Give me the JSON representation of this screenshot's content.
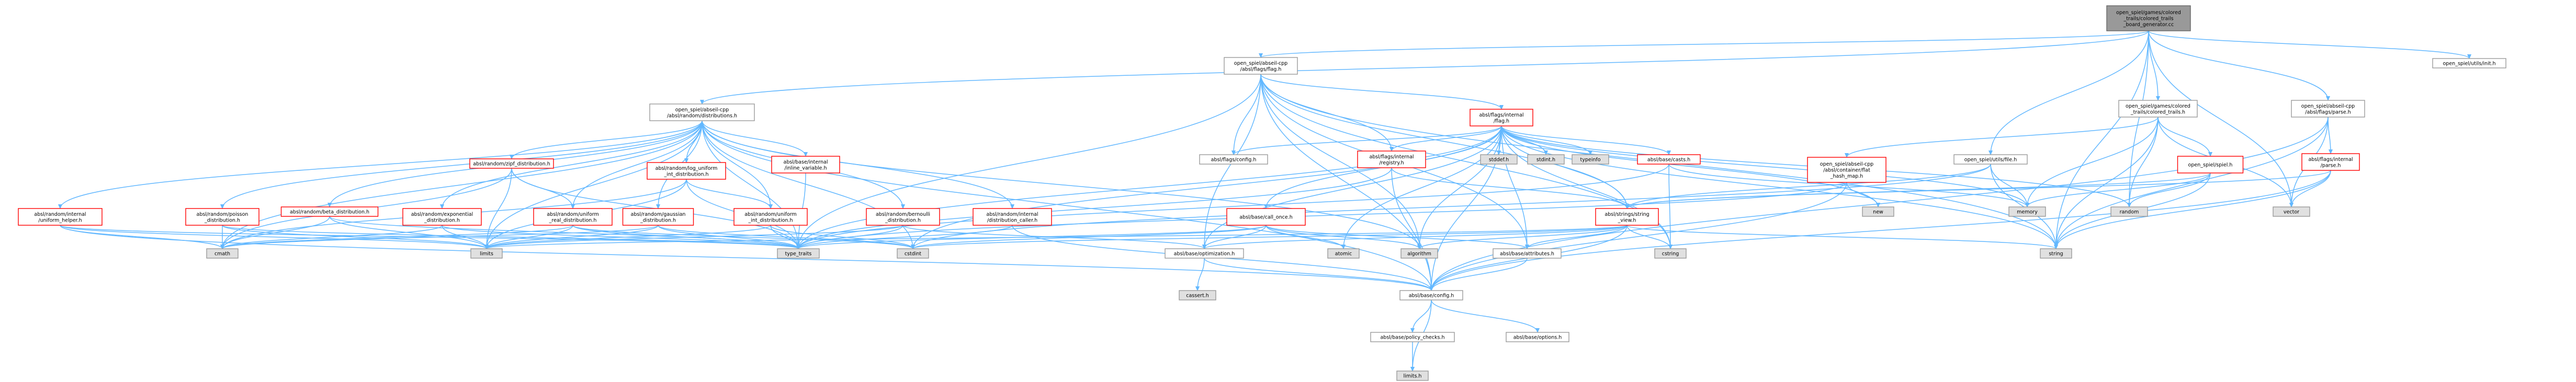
{
  "nodes": [
    {
      "id": "root",
      "lines": [
        "open_spiel/games/colored",
        "_trails/colored_trails",
        "_board_generator.cc"
      ],
      "style": "root"
    },
    {
      "id": "init",
      "lines": [
        "open_spiel/utils/init.h"
      ],
      "style": "ok"
    },
    {
      "id": "flag",
      "lines": [
        "open_spiel/abseil-cpp",
        "/absl/flags/flag.h"
      ],
      "style": "ok"
    },
    {
      "id": "coloredtrails",
      "lines": [
        "open_spiel/games/colored",
        "_trails/colored_trails.h"
      ],
      "style": "ok"
    },
    {
      "id": "parse",
      "lines": [
        "open_spiel/abseil-cpp",
        "/absl/flags/parse.h"
      ],
      "style": "ok"
    },
    {
      "id": "distributions",
      "lines": [
        "open_spiel/abseil-cpp",
        "/absl/random/distributions.h"
      ],
      "style": "ok"
    },
    {
      "id": "internalflag",
      "lines": [
        "absl/flags/internal",
        "/flag.h"
      ],
      "style": "red"
    },
    {
      "id": "file",
      "lines": [
        "open_spiel/utils/file.h"
      ],
      "style": "ok"
    },
    {
      "id": "spiel",
      "lines": [
        "open_spiel/spiel.h"
      ],
      "style": "red"
    },
    {
      "id": "internalparse",
      "lines": [
        "absl/flags/internal",
        "/parse.h"
      ],
      "style": "red"
    },
    {
      "id": "flatmap",
      "lines": [
        "open_spiel/abseil-cpp",
        "/absl/container/flat",
        "_hash_map.h"
      ],
      "style": "red"
    },
    {
      "id": "flagsconfig",
      "lines": [
        "absl/flags/config.h"
      ],
      "style": "ok"
    },
    {
      "id": "registry",
      "lines": [
        "absl/flags/internal",
        "/registry.h"
      ],
      "style": "red"
    },
    {
      "id": "stddef",
      "lines": [
        "stddef.h"
      ],
      "style": "grey"
    },
    {
      "id": "stdint",
      "lines": [
        "stdint.h"
      ],
      "style": "grey"
    },
    {
      "id": "typeinfo",
      "lines": [
        "typeinfo"
      ],
      "style": "grey"
    },
    {
      "id": "casts",
      "lines": [
        "absl/base/casts.h"
      ],
      "style": "red"
    },
    {
      "id": "callonce",
      "lines": [
        "absl/base/call_once.h"
      ],
      "style": "red"
    },
    {
      "id": "stringview",
      "lines": [
        "absl/strings/string",
        "_view.h"
      ],
      "style": "red"
    },
    {
      "id": "new",
      "lines": [
        "new"
      ],
      "style": "grey"
    },
    {
      "id": "memory",
      "lines": [
        "memory"
      ],
      "style": "grey"
    },
    {
      "id": "random",
      "lines": [
        "random"
      ],
      "style": "grey"
    },
    {
      "id": "vector",
      "lines": [
        "vector"
      ],
      "style": "grey"
    },
    {
      "id": "zipf",
      "lines": [
        "absl/random/zipf_distribution.h"
      ],
      "style": "red"
    },
    {
      "id": "loguniform",
      "lines": [
        "absl/random/log_uniform",
        "_int_distribution.h"
      ],
      "style": "red"
    },
    {
      "id": "inlinevar",
      "lines": [
        "absl/base/internal",
        "/inline_variable.h"
      ],
      "style": "red"
    },
    {
      "id": "uniformhelper",
      "lines": [
        "absl/random/internal",
        "/uniform_helper.h"
      ],
      "style": "red"
    },
    {
      "id": "poisson",
      "lines": [
        "absl/random/poisson",
        "_distribution.h"
      ],
      "style": "red"
    },
    {
      "id": "beta",
      "lines": [
        "absl/random/beta_distribution.h"
      ],
      "style": "red"
    },
    {
      "id": "exponential",
      "lines": [
        "absl/random/exponential",
        "_distribution.h"
      ],
      "style": "red"
    },
    {
      "id": "uniformreal",
      "lines": [
        "absl/random/uniform",
        "_real_distribution.h"
      ],
      "style": "red"
    },
    {
      "id": "gaussian",
      "lines": [
        "absl/random/gaussian",
        "_distribution.h"
      ],
      "style": "red"
    },
    {
      "id": "uniformint",
      "lines": [
        "absl/random/uniform",
        "_int_distribution.h"
      ],
      "style": "red"
    },
    {
      "id": "bernoulli",
      "lines": [
        "absl/random/bernoulli",
        "_distribution.h"
      ],
      "style": "red"
    },
    {
      "id": "distcaller",
      "lines": [
        "absl/random/internal",
        "/distribution_caller.h"
      ],
      "style": "red"
    },
    {
      "id": "atomic",
      "lines": [
        "atomic"
      ],
      "style": "grey"
    },
    {
      "id": "algorithm",
      "lines": [
        "algorithm"
      ],
      "style": "grey"
    },
    {
      "id": "cstring",
      "lines": [
        "cstring"
      ],
      "style": "grey"
    },
    {
      "id": "string",
      "lines": [
        "string"
      ],
      "style": "grey"
    },
    {
      "id": "cmath",
      "lines": [
        "cmath"
      ],
      "style": "grey"
    },
    {
      "id": "limits",
      "lines": [
        "limits"
      ],
      "style": "grey"
    },
    {
      "id": "typetraits",
      "lines": [
        "type_traits"
      ],
      "style": "grey"
    },
    {
      "id": "cstdint",
      "lines": [
        "cstdint"
      ],
      "style": "grey"
    },
    {
      "id": "optimization",
      "lines": [
        "absl/base/optimization.h"
      ],
      "style": "ok"
    },
    {
      "id": "attributes",
      "lines": [
        "absl/base/attributes.h"
      ],
      "style": "ok"
    },
    {
      "id": "cassert",
      "lines": [
        "cassert.h"
      ],
      "style": "grey"
    },
    {
      "id": "baseconfig",
      "lines": [
        "absl/base/config.h"
      ],
      "style": "ok"
    },
    {
      "id": "policychecks",
      "lines": [
        "absl/base/policy_checks.h"
      ],
      "style": "ok"
    },
    {
      "id": "options",
      "lines": [
        "absl/base/options.h"
      ],
      "style": "ok"
    },
    {
      "id": "limitsh",
      "lines": [
        "limits.h"
      ],
      "style": "grey"
    }
  ],
  "edges": [
    [
      "root",
      "init"
    ],
    [
      "root",
      "flag"
    ],
    [
      "root",
      "coloredtrails"
    ],
    [
      "root",
      "parse"
    ],
    [
      "root",
      "distributions"
    ],
    [
      "root",
      "file"
    ],
    [
      "root",
      "string"
    ],
    [
      "root",
      "vector"
    ],
    [
      "root",
      "random"
    ],
    [
      "flag",
      "internalflag"
    ],
    [
      "flag",
      "flagsconfig"
    ],
    [
      "flag",
      "registry"
    ],
    [
      "flag",
      "stringview"
    ],
    [
      "flag",
      "optimization"
    ],
    [
      "flag",
      "baseconfig"
    ],
    [
      "flag",
      "attributes"
    ],
    [
      "flag",
      "string"
    ],
    [
      "flag",
      "typetraits"
    ],
    [
      "flag",
      "cstring"
    ],
    [
      "flag",
      "algorithm"
    ],
    [
      "coloredtrails",
      "flatmap"
    ],
    [
      "coloredtrails",
      "spiel"
    ],
    [
      "coloredtrails",
      "memory"
    ],
    [
      "coloredtrails",
      "string"
    ],
    [
      "coloredtrails",
      "vector"
    ],
    [
      "coloredtrails",
      "random"
    ],
    [
      "parse",
      "internalparse"
    ],
    [
      "parse",
      "vector"
    ],
    [
      "parse",
      "string"
    ],
    [
      "parse",
      "baseconfig"
    ],
    [
      "internalparse",
      "vector"
    ],
    [
      "internalparse",
      "string"
    ],
    [
      "internalparse",
      "baseconfig"
    ],
    [
      "internalparse",
      "stringview"
    ],
    [
      "file",
      "memory"
    ],
    [
      "file",
      "string"
    ],
    [
      "file",
      "stringview"
    ],
    [
      "file",
      "cstdint"
    ],
    [
      "spiel",
      "memory"
    ],
    [
      "spiel",
      "random"
    ],
    [
      "spiel",
      "string"
    ],
    [
      "spiel",
      "stringview"
    ],
    [
      "flatmap",
      "new"
    ],
    [
      "flatmap",
      "typetraits"
    ],
    [
      "flatmap",
      "baseconfig"
    ],
    [
      "internalflag",
      "stddef"
    ],
    [
      "internalflag",
      "stdint"
    ],
    [
      "internalflag",
      "typeinfo"
    ],
    [
      "internalflag",
      "casts"
    ],
    [
      "internalflag",
      "callonce"
    ],
    [
      "internalflag",
      "stringview"
    ],
    [
      "internalflag",
      "registry"
    ],
    [
      "internalflag",
      "flagsconfig"
    ],
    [
      "internalflag",
      "memory"
    ],
    [
      "internalflag",
      "new"
    ],
    [
      "internalflag",
      "string"
    ],
    [
      "internalflag",
      "atomic"
    ],
    [
      "internalflag",
      "cstring"
    ],
    [
      "internalflag",
      "typetraits"
    ],
    [
      "internalflag",
      "optimization"
    ],
    [
      "internalflag",
      "attributes"
    ],
    [
      "internalflag",
      "baseconfig"
    ],
    [
      "internalflag",
      "algorithm"
    ],
    [
      "internalflag",
      "cstdint"
    ],
    [
      "internalflag",
      "random"
    ],
    [
      "registry",
      "stringview"
    ],
    [
      "registry",
      "baseconfig"
    ],
    [
      "registry",
      "typetraits"
    ],
    [
      "casts",
      "cstring"
    ],
    [
      "casts",
      "memory"
    ],
    [
      "casts",
      "typetraits"
    ],
    [
      "callonce",
      "algorithm"
    ],
    [
      "callonce",
      "atomic"
    ],
    [
      "callonce",
      "optimization"
    ],
    [
      "callonce",
      "attributes"
    ],
    [
      "callonce",
      "cstdint"
    ],
    [
      "callonce",
      "typetraits"
    ],
    [
      "stringview",
      "algorithm"
    ],
    [
      "stringview",
      "cstring"
    ],
    [
      "stringview",
      "string"
    ],
    [
      "stringview",
      "baseconfig"
    ],
    [
      "stringview",
      "optimization"
    ],
    [
      "stringview",
      "attributes"
    ],
    [
      "stringview",
      "limits"
    ],
    [
      "stringview",
      "cstdint"
    ],
    [
      "distributions",
      "zipf"
    ],
    [
      "distributions",
      "loguniform"
    ],
    [
      "distributions",
      "inlinevar"
    ],
    [
      "distributions",
      "uniformhelper"
    ],
    [
      "distributions",
      "poisson"
    ],
    [
      "distributions",
      "beta"
    ],
    [
      "distributions",
      "exponential"
    ],
    [
      "distributions",
      "uniformreal"
    ],
    [
      "distributions",
      "gaussian"
    ],
    [
      "distributions",
      "uniformint"
    ],
    [
      "distributions",
      "bernoulli"
    ],
    [
      "distributions",
      "distcaller"
    ],
    [
      "distributions",
      "algorithm"
    ],
    [
      "distributions",
      "cmath"
    ],
    [
      "distributions",
      "limits"
    ],
    [
      "distributions",
      "typetraits"
    ],
    [
      "distributions",
      "cstdint"
    ],
    [
      "distributions",
      "baseconfig"
    ],
    [
      "zipf",
      "cmath"
    ],
    [
      "zipf",
      "typetraits"
    ],
    [
      "zipf",
      "limits"
    ],
    [
      "zipf",
      "uniformreal"
    ],
    [
      "loguniform",
      "uniformint"
    ],
    [
      "loguniform",
      "cmath"
    ],
    [
      "loguniform",
      "typetraits"
    ],
    [
      "loguniform",
      "limits"
    ],
    [
      "inlinevar",
      "typetraits"
    ],
    [
      "uniformhelper",
      "cmath"
    ],
    [
      "uniformhelper",
      "limits"
    ],
    [
      "uniformhelper",
      "typetraits"
    ],
    [
      "uniformhelper",
      "baseconfig"
    ],
    [
      "poisson",
      "cmath"
    ],
    [
      "poisson",
      "limits"
    ],
    [
      "poisson",
      "typetraits"
    ],
    [
      "beta",
      "cmath"
    ],
    [
      "beta",
      "limits"
    ],
    [
      "beta",
      "typetraits"
    ],
    [
      "exponential",
      "cmath"
    ],
    [
      "exponential",
      "limits"
    ],
    [
      "exponential",
      "typetraits"
    ],
    [
      "uniformreal",
      "cmath"
    ],
    [
      "uniformreal",
      "limits"
    ],
    [
      "uniformreal",
      "typetraits"
    ],
    [
      "uniformreal",
      "cstdint"
    ],
    [
      "gaussian",
      "cmath"
    ],
    [
      "gaussian",
      "limits"
    ],
    [
      "gaussian",
      "typetraits"
    ],
    [
      "gaussian",
      "cstdint"
    ],
    [
      "uniformint",
      "limits"
    ],
    [
      "uniformint",
      "typetraits"
    ],
    [
      "uniformint",
      "cstdint"
    ],
    [
      "bernoulli",
      "limits"
    ],
    [
      "bernoulli",
      "typetraits"
    ],
    [
      "bernoulli",
      "optimization"
    ],
    [
      "distcaller",
      "typetraits"
    ],
    [
      "distcaller",
      "baseconfig"
    ],
    [
      "optimization",
      "cassert"
    ],
    [
      "optimization",
      "baseconfig"
    ],
    [
      "attributes",
      "baseconfig"
    ],
    [
      "baseconfig",
      "policychecks"
    ],
    [
      "baseconfig",
      "options"
    ],
    [
      "baseconfig",
      "limitsh"
    ],
    [
      "policychecks",
      "limitsh"
    ]
  ]
}
